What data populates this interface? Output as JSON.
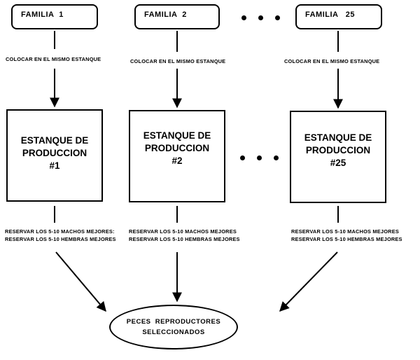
{
  "families": [
    {
      "label": "FAMILIA  1"
    },
    {
      "label": "FAMILIA  2"
    },
    {
      "label": "FAMILIA   25"
    }
  ],
  "place_note": "COLOCAR EN EL MISMO ESTANQUE",
  "ponds": [
    {
      "line1": "ESTANQUE DE",
      "line2": "PRODUCCION",
      "line3": "#1"
    },
    {
      "line1": "ESTANQUE DE",
      "line2": "PRODUCCION",
      "line3": "#2"
    },
    {
      "line1": "ESTANQUE DE",
      "line2": "PRODUCCION",
      "line3": "#25"
    }
  ],
  "reserve": [
    {
      "line1": "RESERVAR LOS 5-10 MACHOS MEJORES:",
      "line2": "RESERVAR LOS 5-10 HEMBRAS MEJORES"
    },
    {
      "line1": "RESERVAR LOS 5-10 MACHOS MEJORES",
      "line2": "RESERVAR LOS 5-10 HEMBRAS MEJORES"
    },
    {
      "line1": "RESERVAR LOS 5-10 MACHOS MEJORES",
      "line2": "RESERVAR LOS 5-10 HEMBRAS MEJORES"
    }
  ],
  "result": {
    "line1": "PECES  REPRODUCTORES",
    "line2": "SELECCIONADOS"
  }
}
